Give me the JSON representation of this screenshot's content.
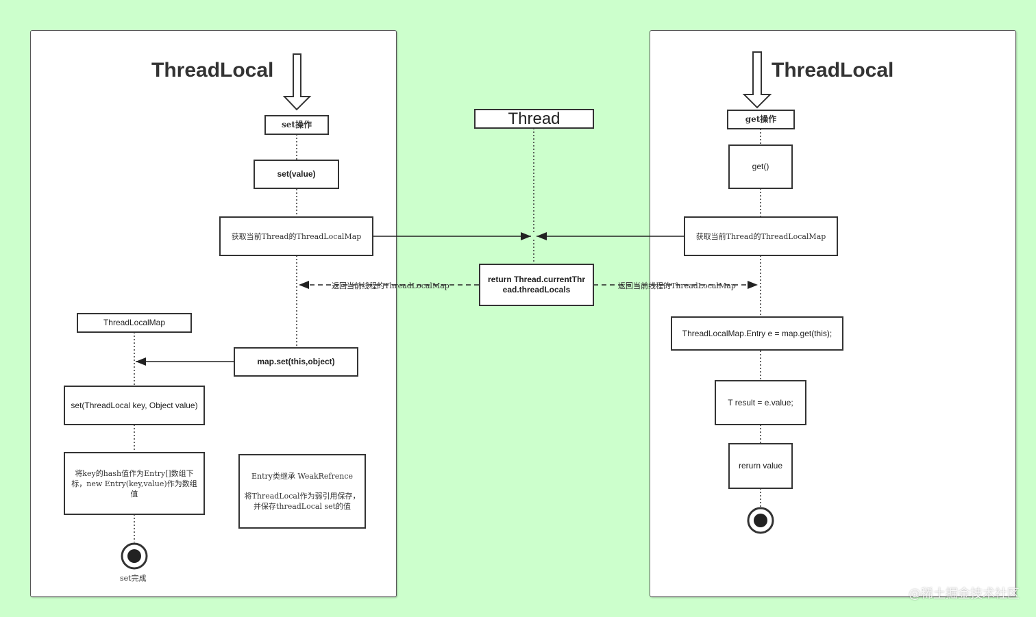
{
  "left": {
    "title": "ThreadLocal",
    "start": "set操作",
    "set_value": "set(value)",
    "get_map": "获取当前Thread的ThreadLocalMap",
    "map_header": "ThreadLocalMap",
    "map_set": "map.set(this,object)",
    "set_method": "set(ThreadLocal key, Object value)",
    "hash_note": "将key的hash值作为Entry[]数组下标，new Entry(key,value)作为数组值",
    "entry_note_1": "Entry类继承 WeakRefrence",
    "entry_note_2": "将ThreadLocal作为弱引用保存，并保存threadLocal set的值",
    "end_label": "set完成"
  },
  "center": {
    "thread": "Thread",
    "return_box": "return Thread.currentThread.threadLocals",
    "return_label_left": "返回当前线程的ThreadLocalMap",
    "return_label_right": "返回当前线程的ThreadLocalMap"
  },
  "right": {
    "title": "ThreadLocal",
    "start": "get操作",
    "get_call": "get()",
    "get_map": "获取当前Thread的ThreadLocalMap",
    "entry": "ThreadLocalMap.Entry e = map.get(this);",
    "result": "T result = e.value;",
    "return": "rerurn value"
  },
  "watermark": "@稀土掘金技术社区",
  "colors": {
    "background": "#ccffcc",
    "stroke": "#333333"
  }
}
